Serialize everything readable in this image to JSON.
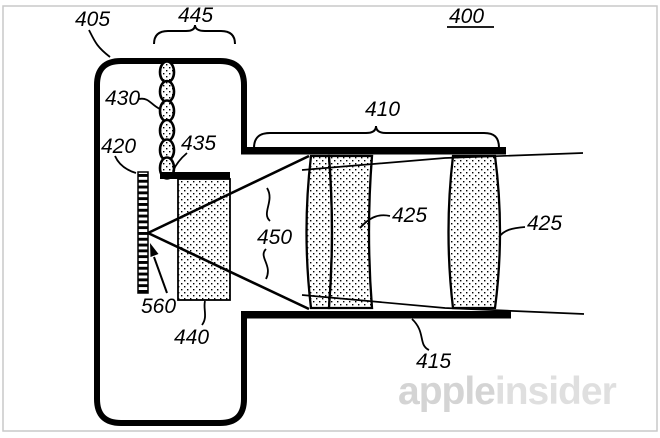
{
  "figure": {
    "number": "400",
    "labels": {
      "405": "405",
      "445": "445",
      "430": "430",
      "435": "435",
      "420": "420",
      "410": "410",
      "450": "450",
      "425_left": "425",
      "425_right": "425",
      "560": "560",
      "440": "440",
      "415": "415"
    }
  },
  "watermark": {
    "part1": "apple",
    "part2": "insider"
  },
  "colors": {
    "ink": "#000000",
    "background": "#ffffff",
    "frame_border": "#c9c9c9",
    "watermark_apple": "#d4d4d4",
    "watermark_insider": "#dfdfdf"
  }
}
